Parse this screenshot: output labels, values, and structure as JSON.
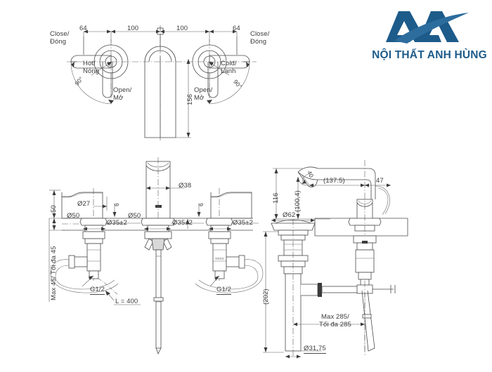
{
  "brand": {
    "logo_icon": "aa-monogram-swoosh-icon",
    "name": "NỘI THẤT ANH HÙNG",
    "color": "#1d5b8a",
    "accent": "#2d6d9e"
  },
  "document": {
    "type": "technical-drawing",
    "subject": "basin faucet installation dimensions",
    "units": "mm",
    "line_color": "#4a4a4a"
  },
  "views": {
    "top": {
      "name": "wall-mounted-front-view",
      "dimensions": {
        "left_offset": "64",
        "left_span": "100",
        "right_span": "100",
        "right_offset": "64",
        "spout_height": "156"
      },
      "labels": {
        "close_left": "Close/\nĐóng",
        "close_right": "Close/\nĐóng",
        "hot": "Hot/\nNóng",
        "cold": "Cold/\nLạnh",
        "open_left": "Open/\nMở",
        "open_right": "Open/\nMở",
        "angle_left": "90",
        "angle_right": "90",
        "degree_symbol": "°"
      }
    },
    "bottom_left": {
      "name": "three-hole-mixer-section-view",
      "dimensions": {
        "handle_height": "50",
        "handle_dia": "Ø27",
        "deck_thickness_left": "6",
        "deck_thickness_right": "6",
        "flange_dia_left": "Ø50",
        "flange_dia_center": "Ø50",
        "spout_dia": "Ø38",
        "hole_left": "Ø35±2",
        "hole_center": "Ø35±2",
        "hole_right": "Ø35±2",
        "max_deck": "Max 45/ Tối đa 45",
        "thread_left": "G1/2",
        "thread_right": "G1/2",
        "hose_length": "L = 400"
      }
    },
    "bottom_right": {
      "name": "single-lever-mixer-and-popup-drain-view",
      "dimensions": {
        "total_height": "116",
        "lever_height": "(100,4)",
        "reach": "(137.5)",
        "spout_offset": "47",
        "handle_angle": "40",
        "drain_flange_dia": "Ø62",
        "drain_depth": "(202)",
        "rod_reach": "Max 285/\nTối đa 285",
        "tailpiece_dia": "Ø31,75"
      }
    }
  }
}
